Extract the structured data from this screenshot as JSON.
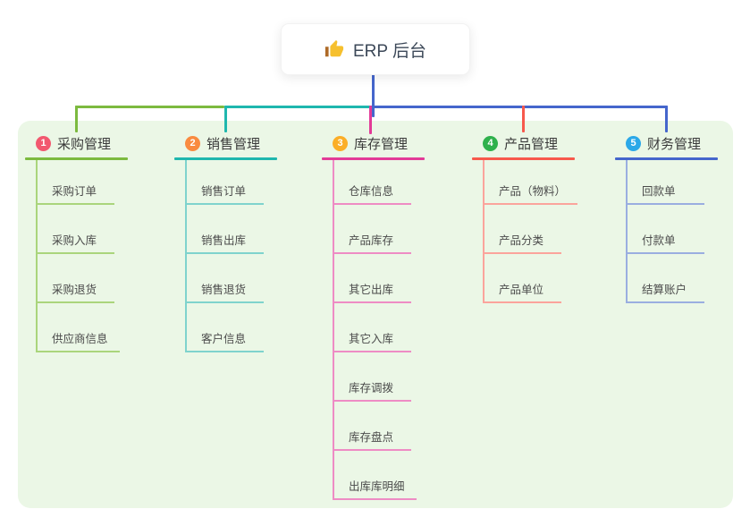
{
  "canvas": {
    "background": "#FFFFFF",
    "panel_background": "#EBF7E6",
    "connector_color": "#4566CC"
  },
  "root": {
    "label": "ERP 后台",
    "icon": "thumbs-up"
  },
  "branches": [
    {
      "id": 1,
      "badge": "1",
      "label": "采购管理",
      "badge_color": "#F2586F",
      "line_color": "#7CBA3F",
      "line_light": "#AAD57C",
      "children": [
        "采购订单",
        "采购入库",
        "采购退货",
        "供应商信息"
      ]
    },
    {
      "id": 2,
      "badge": "2",
      "label": "销售管理",
      "badge_color": "#F98B40",
      "line_color": "#1FB7AE",
      "line_light": "#7FD3CD",
      "children": [
        "销售订单",
        "销售出库",
        "销售退货",
        "客户信息"
      ]
    },
    {
      "id": 3,
      "badge": "3",
      "label": "库存管理",
      "badge_color": "#FBAE27",
      "line_color": "#E23A97",
      "line_light": "#EE8CC4",
      "children": [
        "仓库信息",
        "产品库存",
        "其它出库",
        "其它入库",
        "库存调拨",
        "库存盘点",
        "出库库明细"
      ]
    },
    {
      "id": 4,
      "badge": "4",
      "label": "产品管理",
      "badge_color": "#2FB14C",
      "line_color": "#F7594C",
      "line_light": "#FBA49C",
      "children": [
        "产品（物料）",
        "产品分类",
        "产品单位"
      ]
    },
    {
      "id": 5,
      "badge": "5",
      "label": "财务管理",
      "badge_color": "#2BA8E8",
      "line_color": "#4566CC",
      "line_light": "#9AAEE0",
      "children": [
        "回款单",
        "付款单",
        "结算账户"
      ]
    }
  ]
}
